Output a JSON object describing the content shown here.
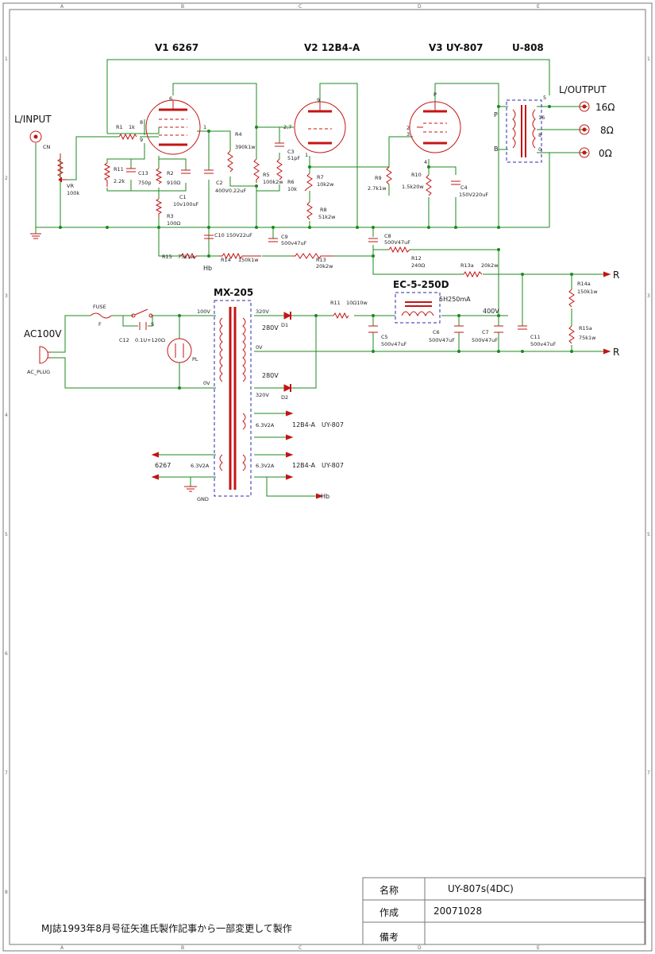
{
  "tubes": {
    "v1": "V1 6267",
    "v2": "V2 12B4-A",
    "v3": "V3 UY-807",
    "opt": "U-808"
  },
  "connectors": {
    "input": "L/INPUT",
    "input_jack": "CN",
    "output": "L/OUTPUT",
    "out_16": "16Ω",
    "out_8": "8Ω",
    "out_0": "0Ω",
    "ac": "AC100V",
    "ac_plug": "AC_PLUG"
  },
  "opt_pins": {
    "p": "P",
    "b": "B",
    "five": "5",
    "sixteen": "16",
    "eight": "8",
    "zero": "0"
  },
  "pins": {
    "v1_6": "6",
    "v1_8": "8",
    "v1_9": "9",
    "v1_1": "1",
    "v2_27": "2,7",
    "v2_1": "1",
    "v2_9": "9",
    "v3_p": "P",
    "v3_2": "2",
    "v3_3": "3",
    "v3_4": "4"
  },
  "parts": {
    "vr_name": "VR",
    "vr_val": "100k",
    "r1_name": "R1",
    "r1_val": "1k",
    "r11_name": "R11",
    "r11_val": "2.2k",
    "c13_name": "C13",
    "c13_val": "750p",
    "r2_name": "R2",
    "r2_val": "910Ω",
    "c1_name": "C1",
    "c1_val": "10v100uF",
    "r3_name": "R3",
    "r3_val": "100Ω",
    "c2_name": "C2",
    "c2_val": "400V0.22uF",
    "r4_name": "R4",
    "r4_val": "390k1w",
    "r5_name": "R5",
    "r5_val": "100k2w",
    "c3_name": "C3",
    "c3_val": "51pF",
    "r6_name": "R6",
    "r6_val": "10k",
    "r7_name": "R7",
    "r7_val": "10k2w",
    "r8_name": "R8",
    "r8_val": "51k2w",
    "r9_name": "R9",
    "r9_val": "2.7k1w",
    "r10_name": "R10",
    "r10_val": "1.5k20w",
    "c4_name": "C4",
    "c4_val": "150V220uF",
    "c10": "C10 150V22uF",
    "c9_name": "C9",
    "c9_val": "500v47uF",
    "c8_name": "C8",
    "c8_val": "500V47uF",
    "r15_name": "R15",
    "r15_val": "75k1w",
    "r14_name": "R14",
    "r14_val": "150k1w",
    "r13_name": "R13",
    "r13_val": "20k2w",
    "r12_name": "R12",
    "r12_val": "240Ω",
    "r13a_name": "R13a",
    "r13a_val": "20k2w",
    "hb": "Hb",
    "r_label": "R",
    "r14a_name": "R14a",
    "r14a_val": "150k1w",
    "r15a_name": "R15a",
    "r15a_val": "75k1w"
  },
  "power": {
    "fuse": "FUSE",
    "f": "F",
    "s": "S",
    "c12_name": "C12",
    "c12_val": "0.1U+120Ω",
    "pl": "PL",
    "trans": "MX-205",
    "v100": "100V",
    "v0": "0V",
    "v320a": "320V",
    "v280a": "280V",
    "v0b": "0V",
    "v280b": "280V",
    "v320b": "320V",
    "d1": "D1",
    "d2": "D2",
    "h1": "6.3V2A",
    "h2": "6.3V2A",
    "h3": "6.3V2A",
    "h_12b4a": "12B4-A",
    "h_uy807a": "UY-807",
    "h_12b4b": "12B4-A",
    "h_uy807b": "UY-807",
    "h_6267": "6267",
    "gnd": "GND",
    "hb": "Hb",
    "r11_name": "R11",
    "r11_val": "10Ω10w",
    "choke": "EC-5-250D",
    "choke_val": "5H250mA",
    "v400": "400V",
    "c5_name": "C5",
    "c5_val": "500v47uF",
    "c6_name": "C6",
    "c6_val": "500V47uF",
    "c7_name": "C7",
    "c7_val": "500V47uF",
    "c11_name": "C11",
    "c11_val": "500v47uF",
    "r_label": "R"
  },
  "title_block": {
    "name_label": "名称",
    "name_value": "UY-807s(4DC)",
    "made_label": "作成",
    "made_value": "20071028",
    "note_label": "備考"
  },
  "footer_note": "MJ誌1993年8月号征矢進氏製作記事から一部変更して製作",
  "grid": {
    "cols": [
      "A",
      "B",
      "C",
      "D",
      "E"
    ],
    "rows": [
      "1",
      "2",
      "3",
      "4",
      "5",
      "6",
      "7",
      "8"
    ]
  },
  "colors": {
    "wire": "#1c8a1c",
    "part": "#c41414",
    "box": "#2a2aaa"
  }
}
